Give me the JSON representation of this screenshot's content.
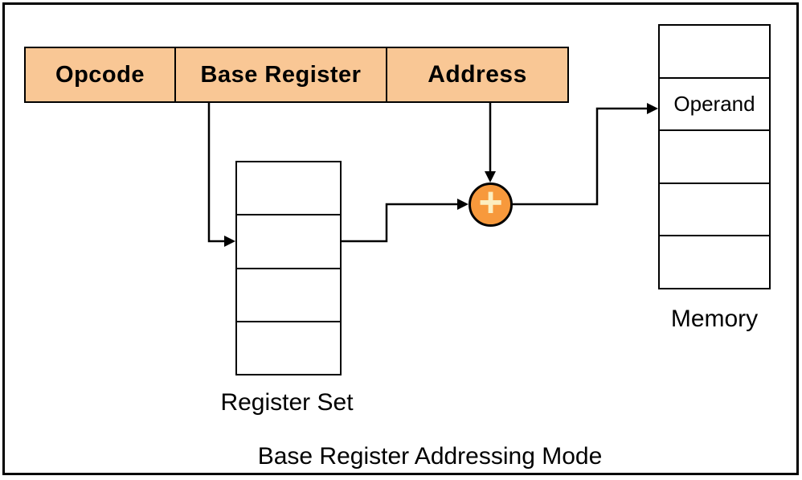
{
  "diagram": {
    "title": "Base Register Addressing Mode",
    "instruction": {
      "fields": [
        {
          "label": "Opcode"
        },
        {
          "label": "Base Register"
        },
        {
          "label": "Address"
        }
      ]
    },
    "register_set": {
      "label": "Register Set",
      "cells": [
        "",
        "",
        "",
        ""
      ]
    },
    "memory": {
      "label": "Memory",
      "cells": [
        "",
        "Operand",
        "",
        "",
        ""
      ]
    },
    "adder": {
      "symbol": "+"
    },
    "colors": {
      "field_fill": "#F9C795",
      "adder_fill": "#F7993C",
      "adder_symbol": "#FCEEC0",
      "line": "#000000"
    }
  }
}
